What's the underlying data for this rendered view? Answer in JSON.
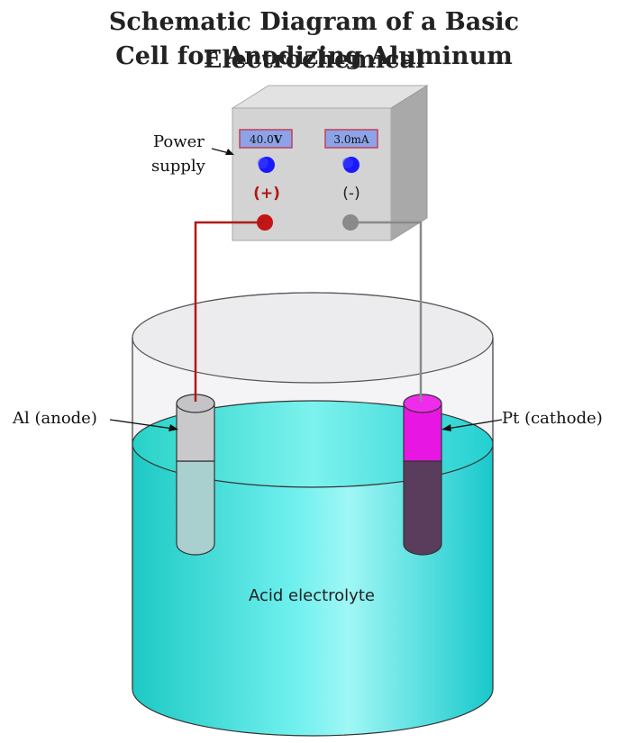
{
  "title": {
    "line1": "Schematic Diagram of a Basic Electrochemical",
    "line2": "Cell for Anodizing Aluminum"
  },
  "power_supply": {
    "label_line1": "Power",
    "label_line2": "supply",
    "voltage_value": "40.0",
    "voltage_unit": "V",
    "current_display": "3.0mA",
    "positive_label": "(+)",
    "negative_label": "(-)"
  },
  "electrodes": {
    "anode_label": "Al (anode)",
    "cathode_label": "Pt (cathode)"
  },
  "electrolyte_label": "Acid electrolyte",
  "colors": {
    "electrolyte": "#3fd9d6",
    "anode": "#c9c9cc",
    "cathode": "#e816e2",
    "cathode_submerged": "#5a3c5c",
    "positive_wire": "#b01818",
    "negative_wire": "#8a8a8a",
    "display_bg": "#8da3e8",
    "knob": "#1a1aff"
  }
}
